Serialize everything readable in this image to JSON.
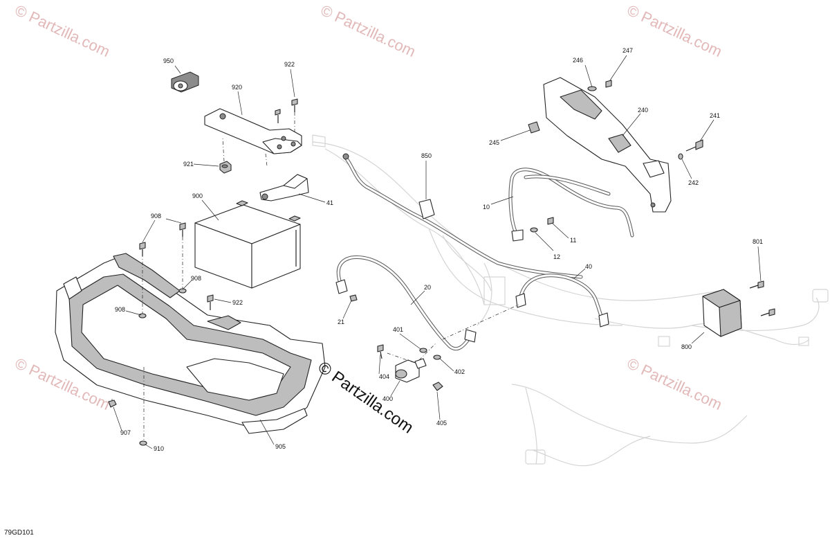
{
  "diagram": {
    "code": "79GD101",
    "watermark_corner": "© Partzilla.com",
    "watermark_center": "© Partzilla.com",
    "callouts": {
      "c950": "950",
      "c922a": "922",
      "c920": "920",
      "c921": "921",
      "c900": "900",
      "c41": "41",
      "c908a": "908",
      "c908b": "908",
      "c908c": "908",
      "c922b": "922",
      "c907": "907",
      "c910": "910",
      "c905": "905",
      "c850": "850",
      "c21": "21",
      "c20": "20",
      "c401": "401",
      "c404": "404",
      "c400": "400",
      "c402": "402",
      "c405": "405",
      "c246": "246",
      "c247": "247",
      "c240": "240",
      "c245": "245",
      "c241": "241",
      "c242": "242",
      "c10": "10",
      "c11": "11",
      "c12": "12",
      "c40": "40",
      "c801": "801",
      "c800": "800"
    }
  }
}
